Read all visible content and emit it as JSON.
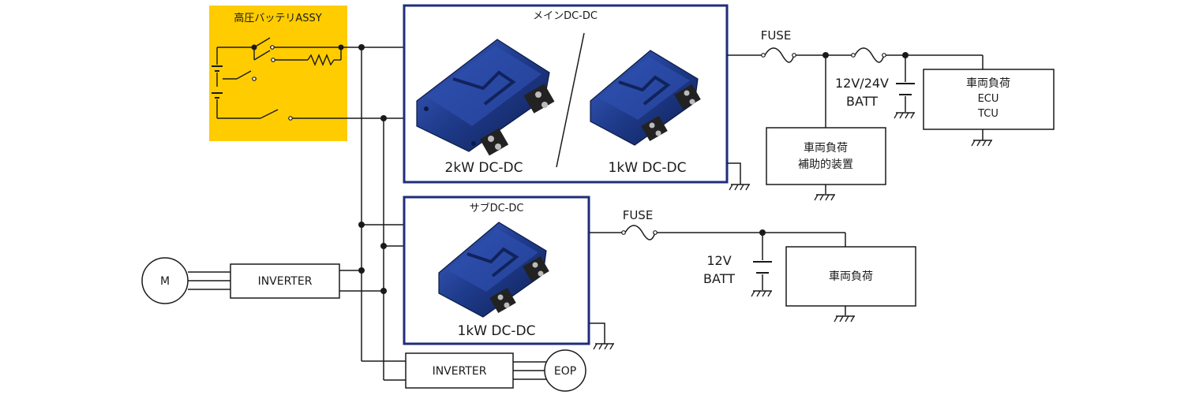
{
  "battery_assy": {
    "title": "高圧バッテリASSY",
    "color": "#FFCC00"
  },
  "main_dcdc": {
    "title": "メインDC-DC",
    "unit_left_label": "2kW DC-DC",
    "unit_right_label": "1kW DC-DC",
    "border_color": "#1F2D7A"
  },
  "sub_dcdc": {
    "title": "サブDC-DC",
    "unit_label": "1kW DC-DC",
    "border_color": "#1F2D7A"
  },
  "motor": {
    "label": "M"
  },
  "inverter_main": {
    "label": "INVERTER"
  },
  "inverter_eop": {
    "label": "INVERTER"
  },
  "eop": {
    "label": "EOP"
  },
  "upper_circuit": {
    "fuse_1": "FUSE",
    "battery_label_line1": "12V/24V",
    "battery_label_line2": "BATT",
    "load_aux": {
      "line1": "車両負荷",
      "line2": "補助的装置"
    },
    "load_ecu": {
      "line1": "車両負荷",
      "line2": "ECU",
      "line3": "TCU"
    }
  },
  "lower_circuit": {
    "fuse": "FUSE",
    "battery_label_line1": "12V",
    "battery_label_line2": "BATT",
    "load": {
      "line1": "車両負荷"
    }
  },
  "colors": {
    "wire": "#1a1a1a",
    "module_blue": "#1E3A8A"
  }
}
